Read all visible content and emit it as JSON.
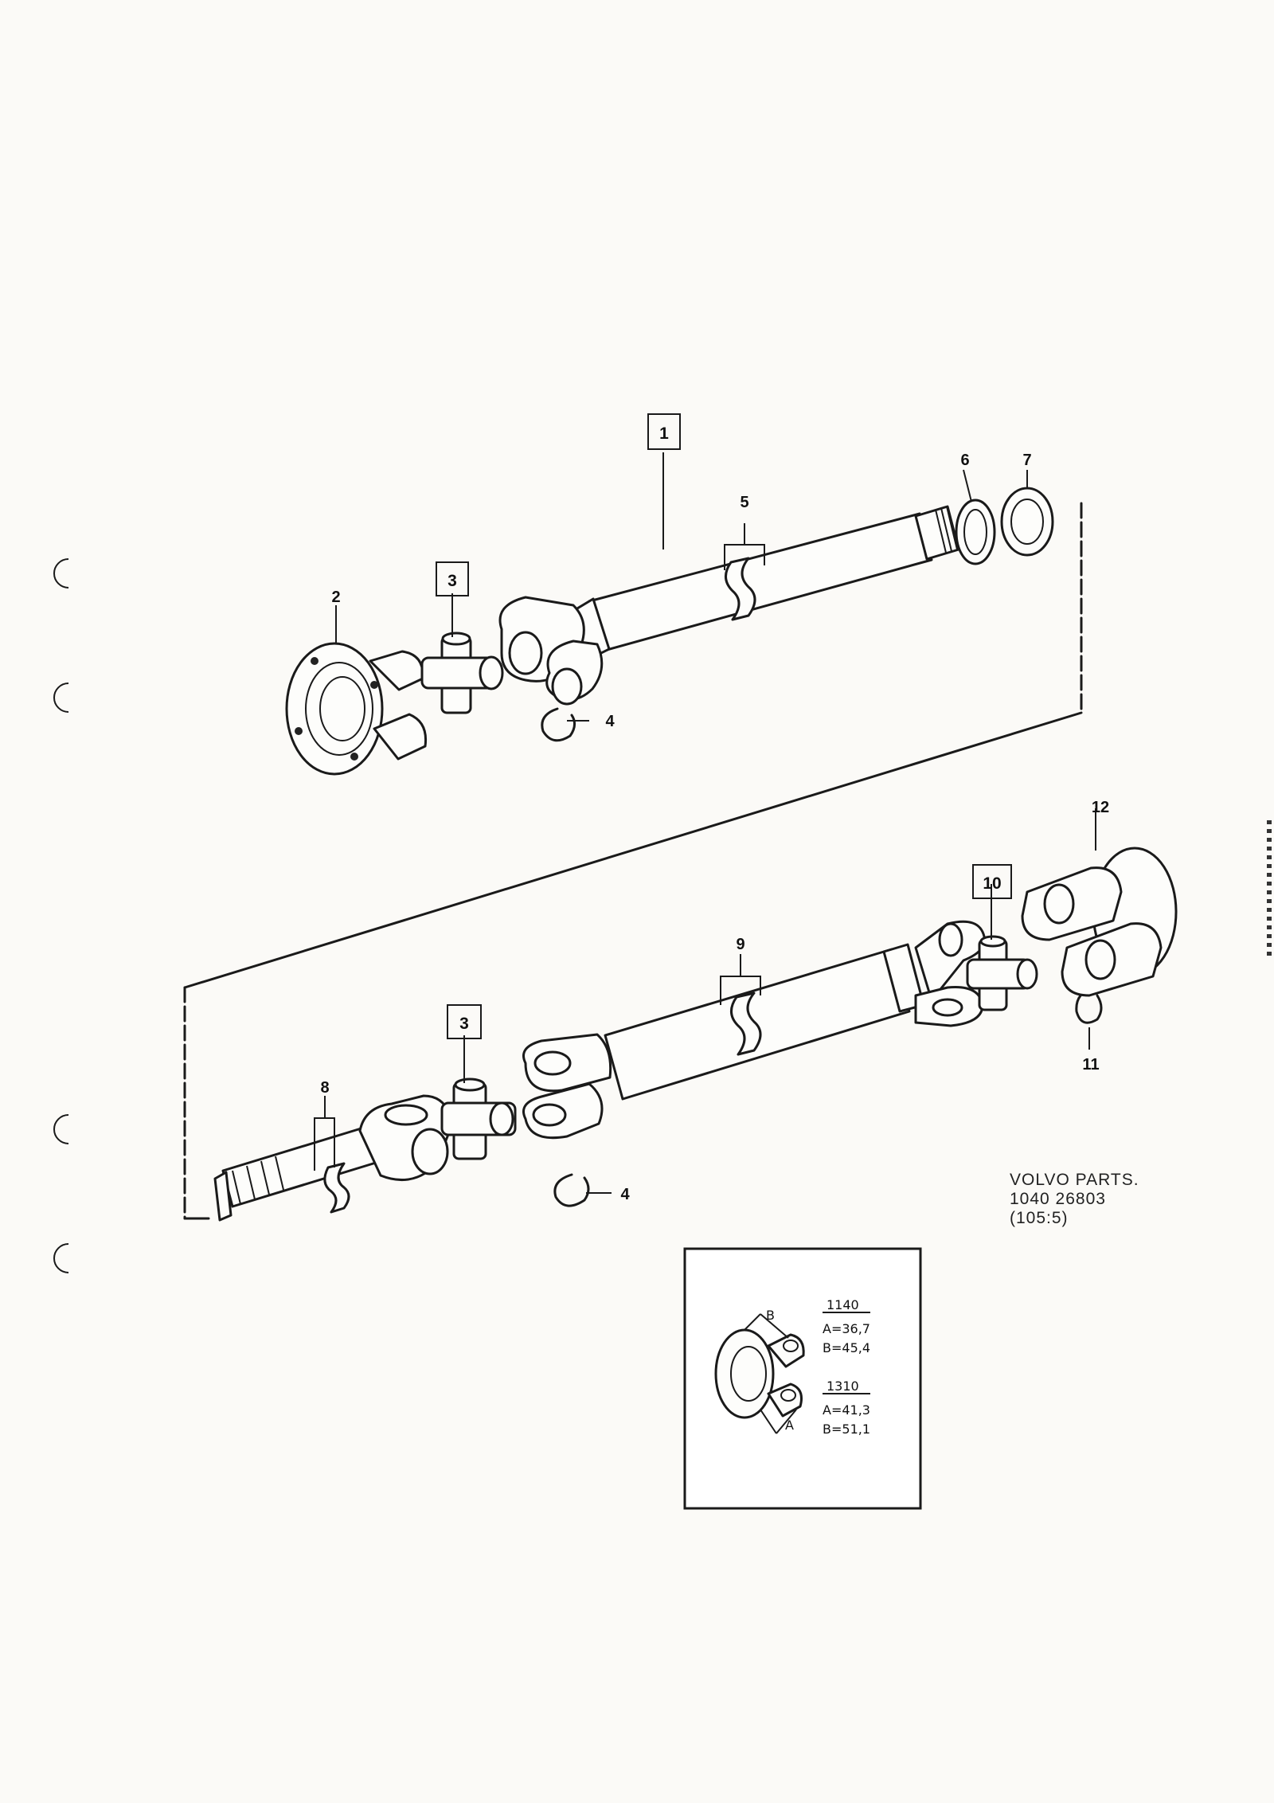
{
  "labels": {
    "p1": "1",
    "p2": "2",
    "p3a": "3",
    "p3b": "3",
    "p4a": "4",
    "p4b": "4",
    "p5": "5",
    "p6": "6",
    "p7": "7",
    "p8": "8",
    "p9": "9",
    "p10": "10",
    "p11": "11",
    "p12": "12"
  },
  "stamp": {
    "line1": "VOLVO PARTS.",
    "line2": "1040  26803",
    "line3": "(105:5)"
  },
  "inset": {
    "dim_b": "B",
    "dim_a": "A",
    "spec1": {
      "title": "1140",
      "a": "A=36,7",
      "b": "B=45,4"
    },
    "spec2": {
      "title": "1310",
      "a": "A=41,3",
      "b": "B=51,1"
    }
  }
}
